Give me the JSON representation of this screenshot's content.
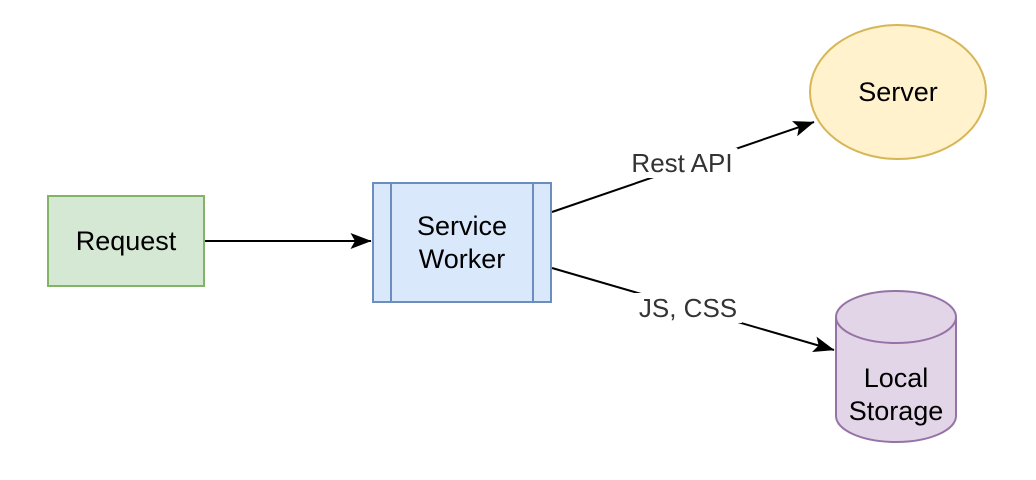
{
  "diagram": {
    "type": "flowchart",
    "background": "#ffffff",
    "edge_style": {
      "color": "#000000",
      "label_color": "#333333",
      "arrowhead": "filled-triangle"
    },
    "nodes": {
      "request": {
        "label": "Request",
        "shape": "rectangle",
        "fill": "#d5e8d4",
        "stroke": "#82b366"
      },
      "service_worker": {
        "label": "Service Worker",
        "label_line1": "Service",
        "label_line2": "Worker",
        "shape": "process",
        "fill": "#dae8fc",
        "stroke": "#6c8ebf"
      },
      "server": {
        "label": "Server",
        "shape": "ellipse",
        "fill": "#fff2cc",
        "stroke": "#d6b656"
      },
      "local_storage": {
        "label": "Local Storage",
        "label_line1": "Local",
        "label_line2": "Storage",
        "shape": "cylinder",
        "fill": "#e1d5e7",
        "stroke": "#9673a6"
      }
    },
    "edges": {
      "request_to_service_worker": {
        "from": "Request",
        "to": "Service Worker",
        "label": ""
      },
      "service_worker_to_server": {
        "from": "Service Worker",
        "to": "Server",
        "label": "Rest API"
      },
      "service_worker_to_local_storage": {
        "from": "Service Worker",
        "to": "Local Storage",
        "label": "JS, CSS"
      }
    }
  }
}
